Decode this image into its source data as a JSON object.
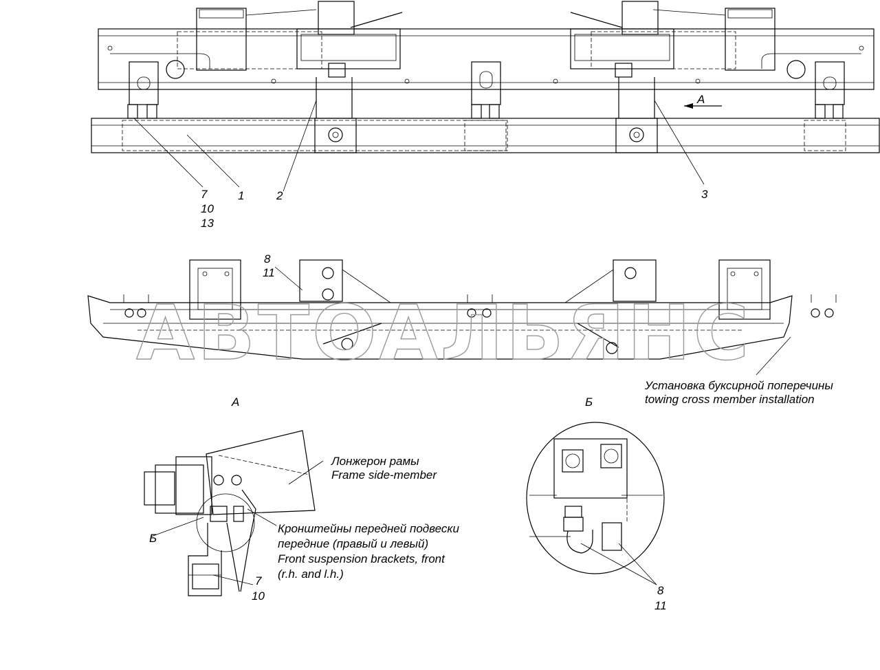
{
  "watermark": "АВТОАЛЬЯНС",
  "callouts": {
    "top": [
      "7",
      "10",
      "13",
      "1",
      "2",
      "3"
    ],
    "view_direction": "A",
    "mid": [
      "8",
      "11"
    ]
  },
  "view_labels": {
    "a": "А",
    "b": "Б"
  },
  "captions": {
    "installation_ru": "Установка буксирной поперечины",
    "installation_en": "towing cross member installation",
    "frame_ru": "Лонжерон рамы",
    "frame_en": "Frame side-member",
    "brackets_ru_1": "Кронштейны передней подвески",
    "brackets_ru_2": "передние (правый и левый)",
    "brackets_en_1": "Front suspension brackets, front",
    "brackets_en_2": "(r.h. and l.h.)"
  },
  "detail_a": {
    "ref_label": "Б",
    "callouts": [
      "7",
      "10"
    ]
  },
  "detail_b": {
    "callouts": [
      "8",
      "11"
    ]
  }
}
